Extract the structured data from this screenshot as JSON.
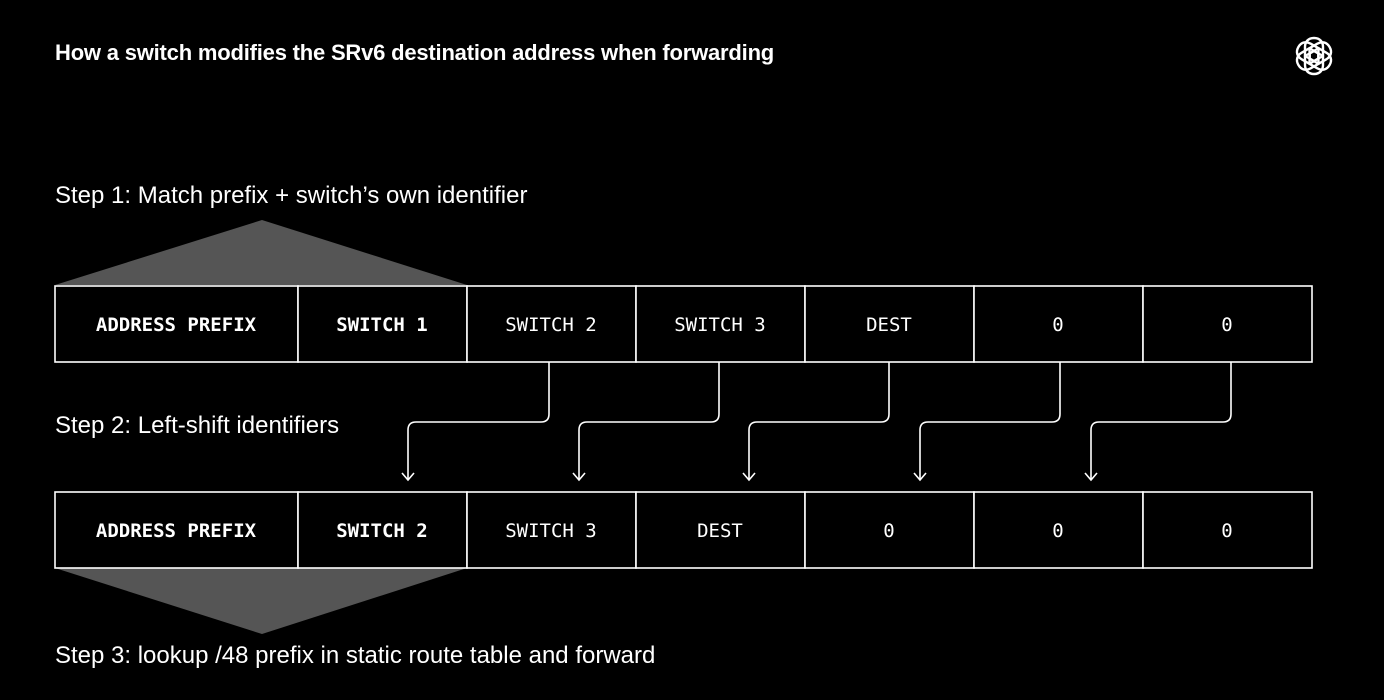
{
  "title": "How a switch modifies the SRv6 destination address when forwarding",
  "steps": {
    "step1": "Step 1: Match prefix + switch’s own identifier",
    "step2": "Step 2: Left-shift identifiers",
    "step3": "Step 3: lookup /48 prefix in static route table and forward"
  },
  "before_row": [
    "ADDRESS PREFIX",
    "SWITCH 1",
    "SWITCH 2",
    "SWITCH 3",
    "DEST",
    "0",
    "0"
  ],
  "after_row": [
    "ADDRESS PREFIX",
    "SWITCH 2",
    "SWITCH 3",
    "DEST",
    "0",
    "0",
    "0"
  ],
  "icons": {
    "logo": "openai-logo-icon"
  },
  "colors": {
    "background": "#000000",
    "text": "#ffffff",
    "highlight_band": "#555555"
  }
}
